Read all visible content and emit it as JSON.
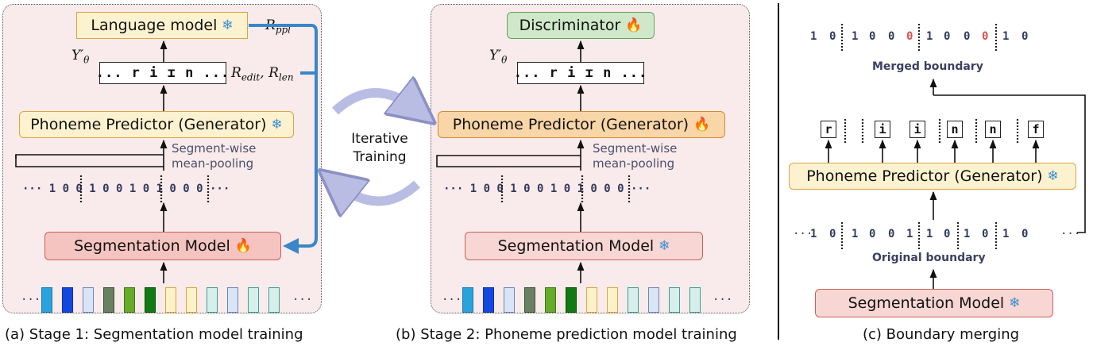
{
  "panel_a": {
    "caption": "(a) Stage 1: Segmentation model training",
    "language_model": "Language model",
    "output_seq": "... r i ɪ n ...",
    "y_label": "Y′θ",
    "r_ppl": "Rppl",
    "r_edit_len": "Redit, Rlen",
    "predictor": "Phoneme Predictor (Generator)",
    "note_line1": "Segment-wise",
    "note_line2": "mean-pooling",
    "boundary_seq": "··· 1 0 0 1 0 0 1 0 1 0 0 0 ···",
    "segmentation": "Segmentation Model",
    "features_ellipsis_left": "···",
    "features_ellipsis_right": "···"
  },
  "middle": {
    "line1": "Iterative",
    "line2": "Training"
  },
  "panel_b": {
    "caption": "(b) Stage 2: Phoneme prediction model training",
    "discriminator": "Discriminator",
    "output_seq": "... r i ɪ n ...",
    "y_label": "Y′θ",
    "predictor": "Phoneme Predictor (Generator)",
    "note_line1": "Segment-wise",
    "note_line2": "mean-pooling",
    "boundary_seq": "··· 1 0 0 1 0 0 1 0 1 0 0 0 ···",
    "segmentation": "Segmentation Model",
    "features_ellipsis_left": "···",
    "features_ellipsis_right": "···"
  },
  "panel_c": {
    "caption": "(c) Boundary merging",
    "merged_digits": [
      "1",
      "0",
      "1",
      "0",
      "0",
      "0",
      "1",
      "0",
      "0",
      "0",
      "1",
      "0"
    ],
    "merged_label": "Merged boundary",
    "phonemes": [
      "r",
      "i",
      "i",
      "n",
      "n",
      "f"
    ],
    "predictor": "Phoneme Predictor (Generator)",
    "original_digits": [
      "1",
      "0",
      "1",
      "0",
      "0",
      "1",
      "1",
      "0",
      "1",
      "0",
      "1",
      "0"
    ],
    "original_label": "Original boundary",
    "segmentation": "Segmentation Model",
    "ellipsis": "···"
  },
  "colors": {
    "feature_cells": [
      "#2aa3dc",
      "#1347e0",
      "#d9e4f7",
      "#6b7f62",
      "#66ab2a",
      "#127a12",
      "#fdf1c9",
      "#fdf1c9",
      "#d6efeb",
      "#d9e4f7",
      "#d6efeb",
      "#d6efeb"
    ],
    "feature_borders": [
      "#1a7bb0",
      "#0a2fa8",
      "#6e87b8",
      "#3f4e39",
      "#3f7a16",
      "#0a4f0a",
      "#d8a93a",
      "#d8a93a",
      "#3d9f93",
      "#6e87b8",
      "#3d9f93",
      "#3d9f93"
    ],
    "reward_arrow": "#3a86c8",
    "merged_zero": "#d9544d"
  },
  "icons": {
    "frozen": "snowflake-icon",
    "trainable": "fire-icon"
  }
}
